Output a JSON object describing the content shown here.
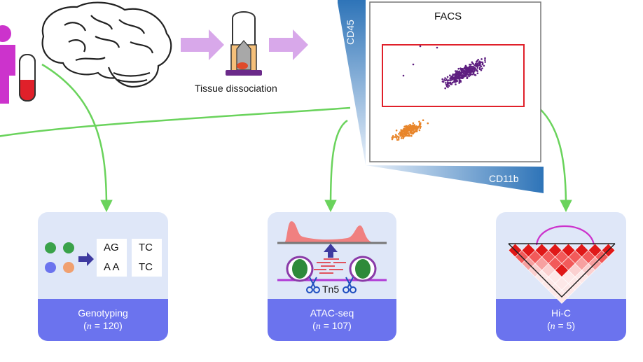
{
  "diagram": {
    "facs": {
      "title": "FACS",
      "y_axis_label": "CD45",
      "x_axis_label": "CD11b"
    },
    "tissue_label": "Tissue dissociation",
    "genotyping": {
      "alleles": [
        [
          "AG",
          "TC"
        ],
        [
          "A A",
          "TC"
        ]
      ],
      "title": "Genotyping",
      "n_prefix": "n",
      "n_value": "= 120)"
    },
    "atac": {
      "enzyme_label": "Tn5",
      "title": "ATAC-seq",
      "n_prefix": "n",
      "n_value": "= 107)"
    },
    "hic": {
      "title": "Hi-C",
      "n_prefix": "n",
      "n_value": "= 5)"
    },
    "colors": {
      "card_bg": "#dfe7f8",
      "card_footer": "#6b73ee",
      "arrow_green": "#6ad35c",
      "process_arrow": "#d8a8ea",
      "gate_red": "#e0202a",
      "purple_cells": "#5e1f80",
      "orange_cells": "#e8852a",
      "axis_blue": "#2e74b8",
      "person_magenta": "#cc33cc"
    }
  }
}
